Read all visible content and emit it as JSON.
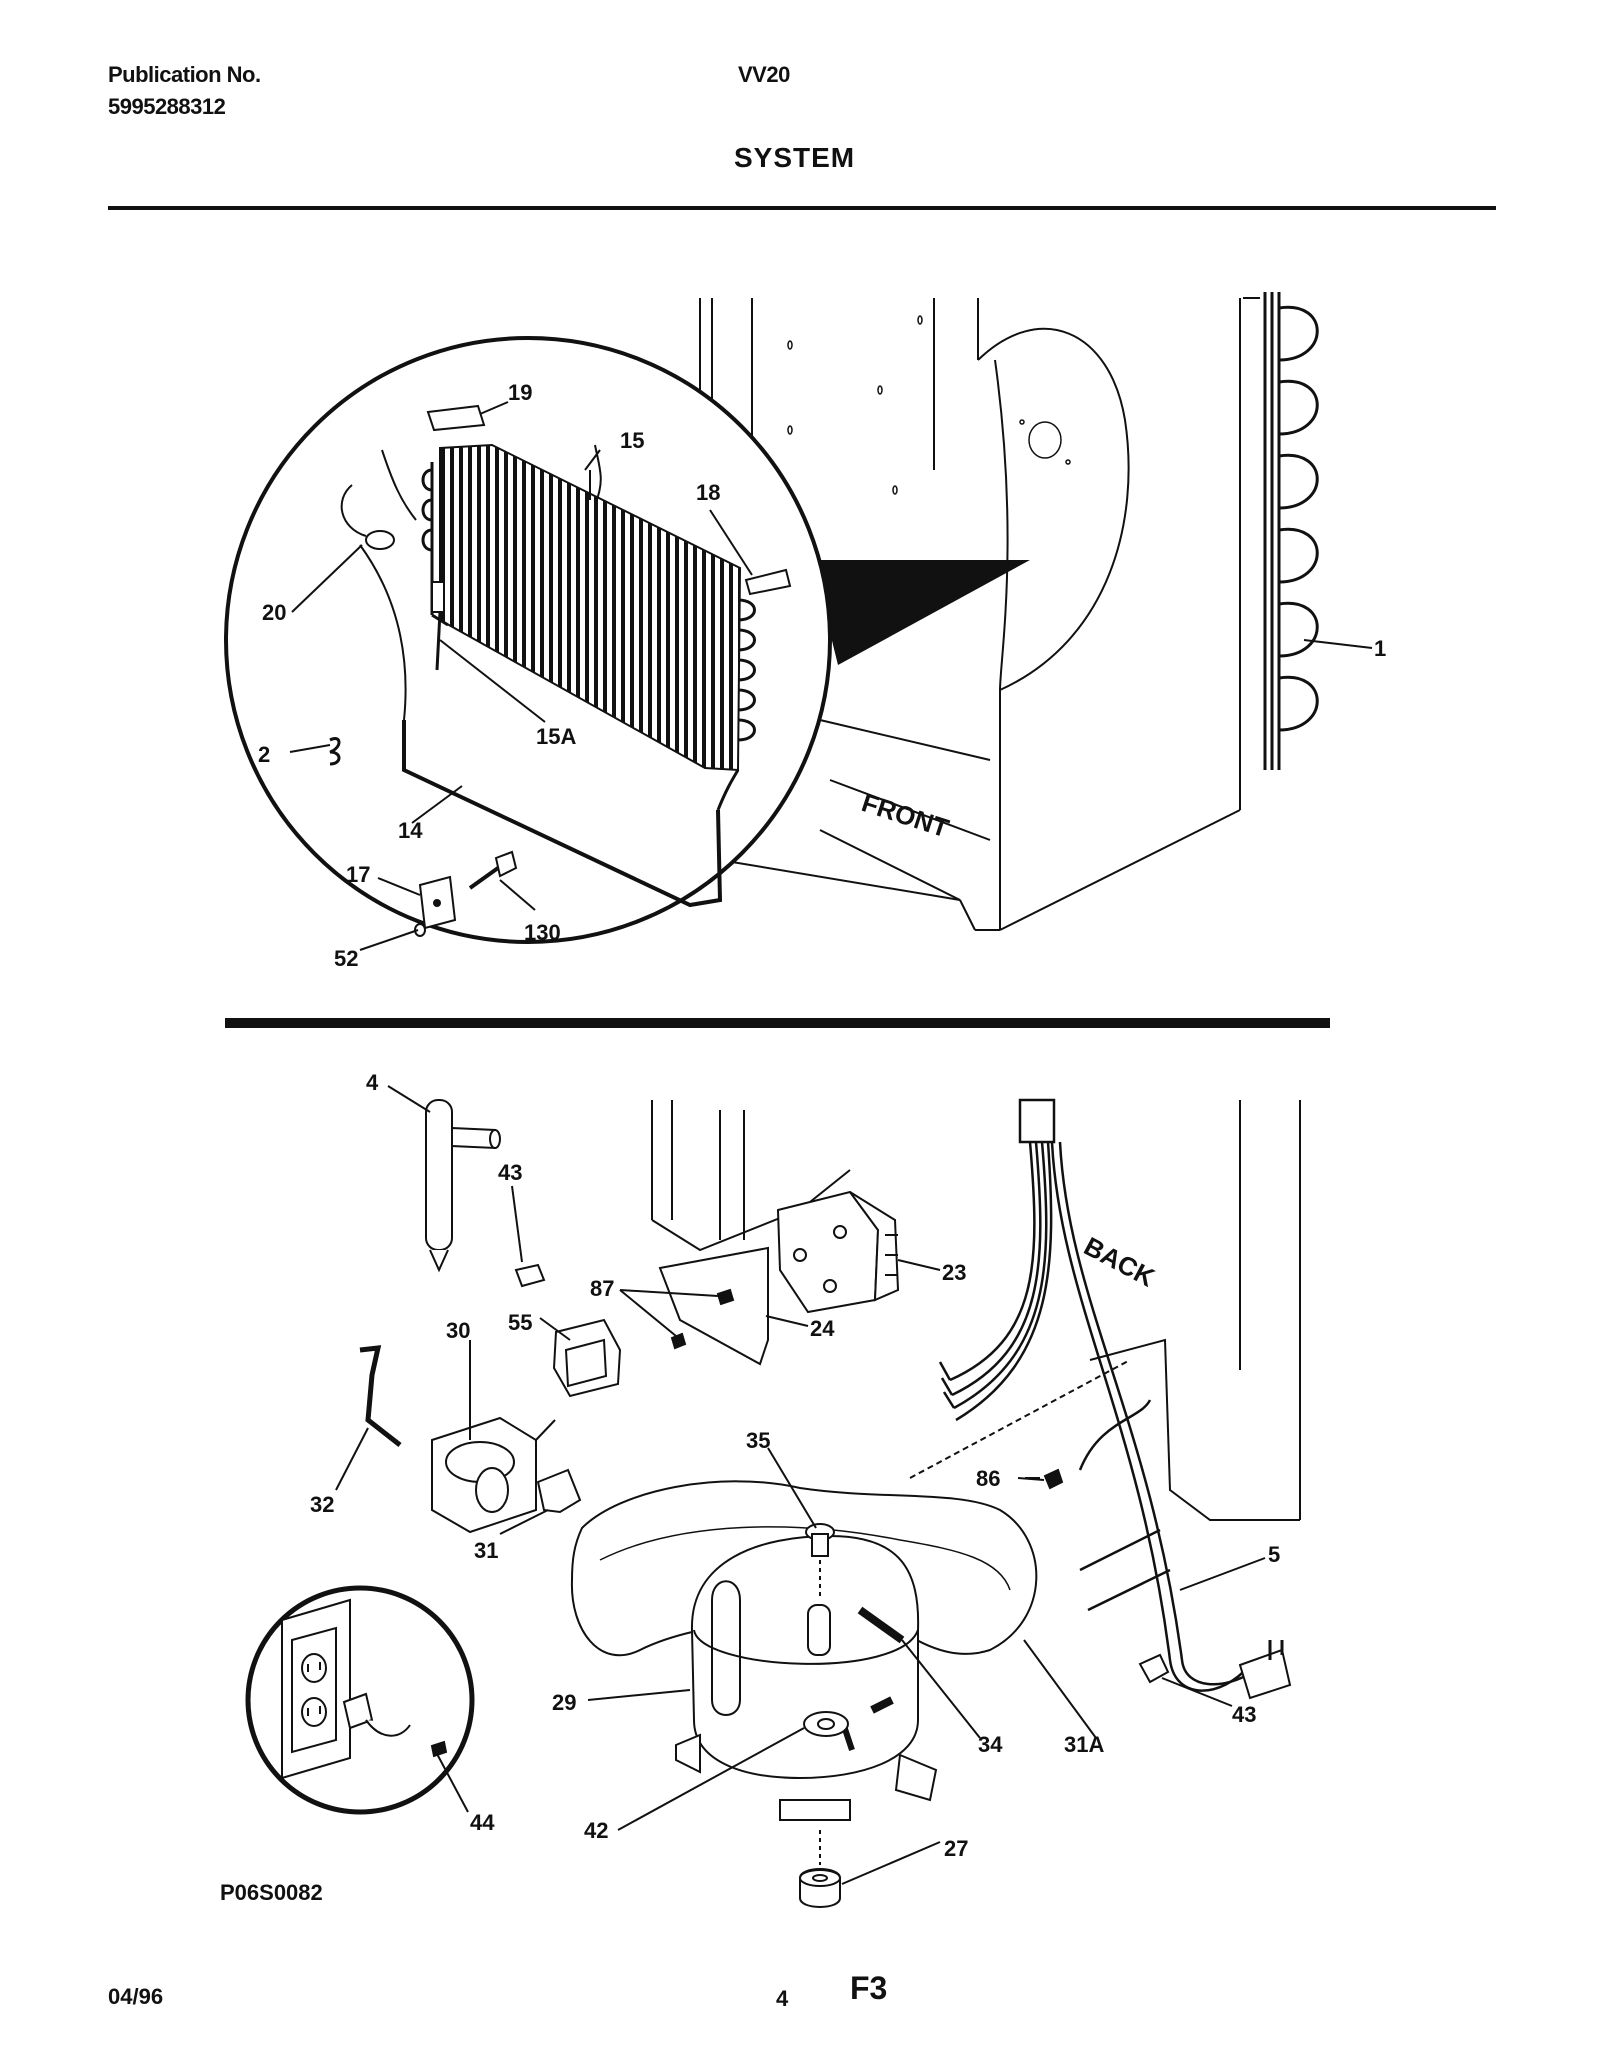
{
  "header": {
    "publication_label": "Publication No.",
    "publication_number": "5995288312",
    "model": "VV20",
    "title": "SYSTEM"
  },
  "diagram_code": "P06S0082",
  "footer": {
    "date": "04/96",
    "page_number": "4",
    "section": "F3"
  },
  "diagram_labels": {
    "front": "FRONT",
    "back": "BACK"
  },
  "callouts": [
    {
      "id": "c19",
      "text": "19"
    },
    {
      "id": "c15",
      "text": "15"
    },
    {
      "id": "c18",
      "text": "18"
    },
    {
      "id": "c20",
      "text": "20"
    },
    {
      "id": "c15a",
      "text": "15A"
    },
    {
      "id": "c2",
      "text": "2"
    },
    {
      "id": "c14",
      "text": "14"
    },
    {
      "id": "c17",
      "text": "17"
    },
    {
      "id": "c130",
      "text": "130"
    },
    {
      "id": "c52",
      "text": "52"
    },
    {
      "id": "c1",
      "text": "1"
    },
    {
      "id": "c4",
      "text": "4"
    },
    {
      "id": "c43a",
      "text": "43"
    },
    {
      "id": "c87",
      "text": "87"
    },
    {
      "id": "c23",
      "text": "23"
    },
    {
      "id": "c24",
      "text": "24"
    },
    {
      "id": "c30",
      "text": "30"
    },
    {
      "id": "c55",
      "text": "55"
    },
    {
      "id": "c35",
      "text": "35"
    },
    {
      "id": "c86",
      "text": "86"
    },
    {
      "id": "c32",
      "text": "32"
    },
    {
      "id": "c31",
      "text": "31"
    },
    {
      "id": "c5",
      "text": "5"
    },
    {
      "id": "c29",
      "text": "29"
    },
    {
      "id": "c34",
      "text": "34"
    },
    {
      "id": "c31a",
      "text": "31A"
    },
    {
      "id": "c43b",
      "text": "43"
    },
    {
      "id": "c44",
      "text": "44"
    },
    {
      "id": "c42",
      "text": "42"
    },
    {
      "id": "c27",
      "text": "27"
    }
  ]
}
